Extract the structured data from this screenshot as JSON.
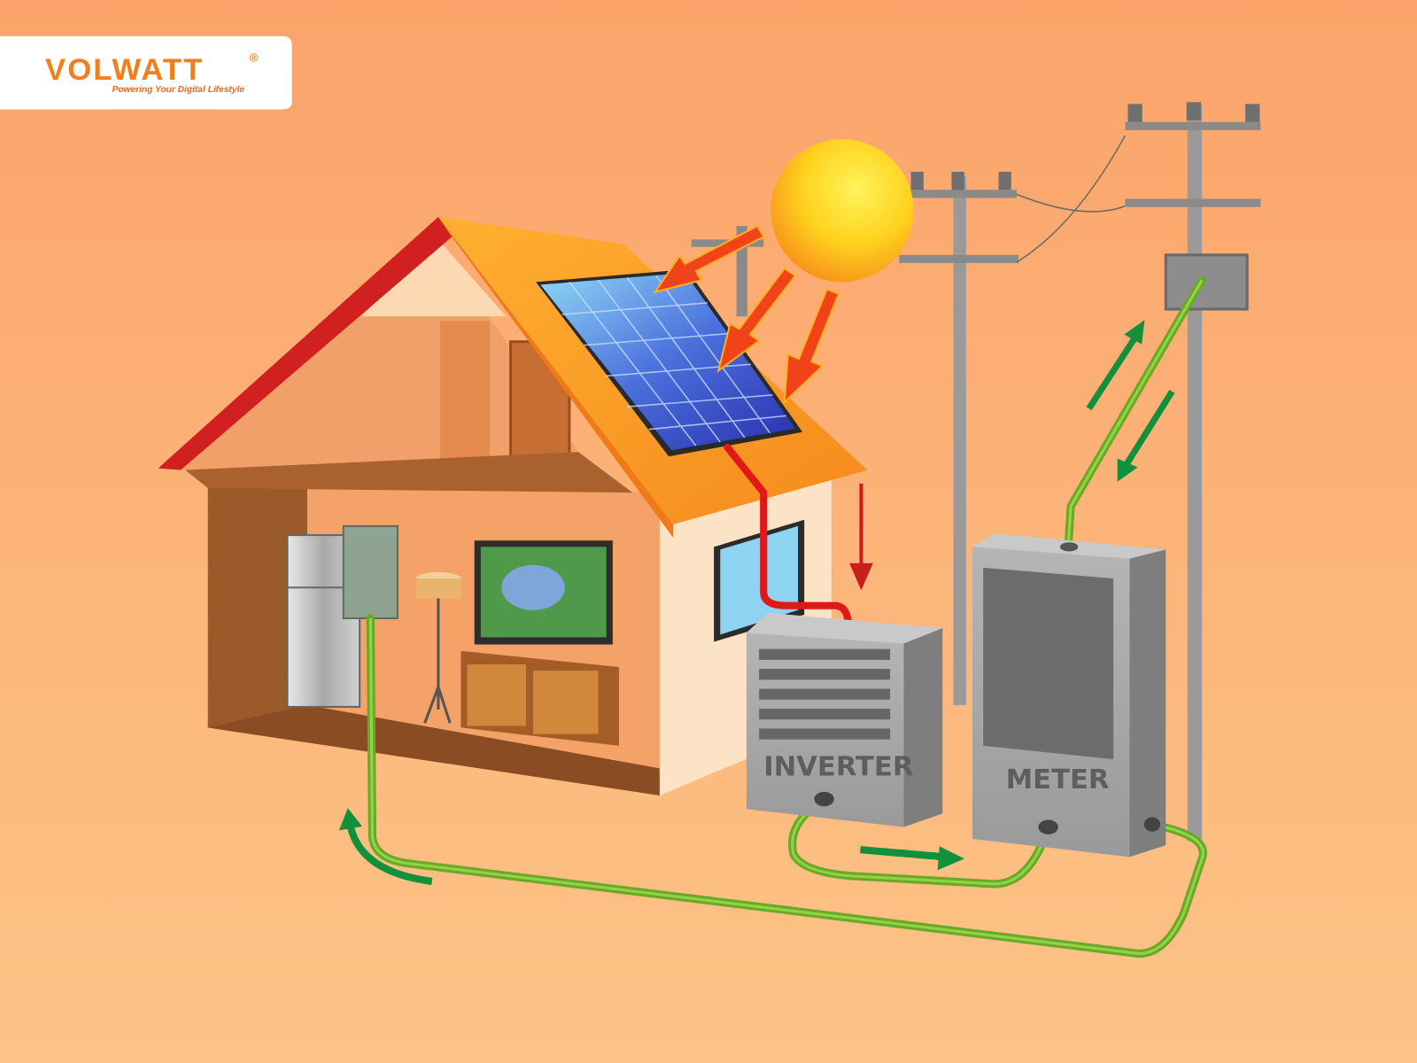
{
  "logo": {
    "brand": "VOLWATT",
    "registered": "®",
    "tagline": "Powering Your Digital Lifestyle",
    "color": "#f07f1e"
  },
  "labels": {
    "inverter": "INVERTER",
    "meter": "METER"
  },
  "colors": {
    "background_top": "#fba36a",
    "background_bottom": "#fdc487",
    "ac_cable": "#7fc234",
    "dc_cable": "#e01818",
    "flow_arrow": "#11913b",
    "sun_arrow": "#f0431a",
    "panel": "#3a4ec8"
  },
  "icons": [
    "sun-icon",
    "solar-panel-icon",
    "house-icon",
    "utility-pole-icon",
    "inverter-icon",
    "meter-icon",
    "flow-arrow-icon"
  ]
}
